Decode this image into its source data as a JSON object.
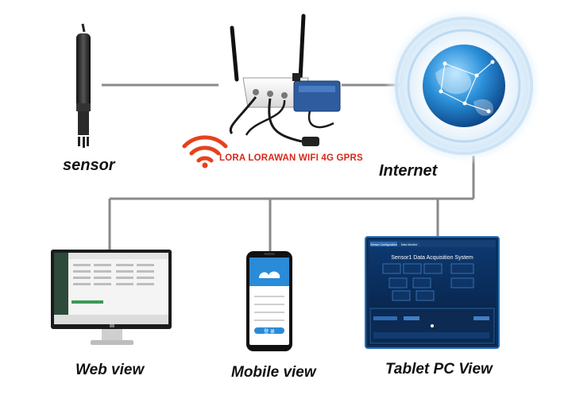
{
  "labels": {
    "sensor": "sensor",
    "internet": "Internet",
    "protocols": "LORA LORAWAN WIFI 4G GPRS",
    "web_view": "Web view",
    "mobile_view": "Mobile view",
    "tablet_view": "Tablet PC View"
  },
  "tablet_screen": {
    "tab_active": "Sensor Configuration",
    "tab_other": "Data Monitor",
    "title": "Sensor1 Data Acquisition System"
  },
  "mobile_screen": {
    "login_button": "登 录"
  },
  "colors": {
    "protocol_text": "#d8281c",
    "wifi_icon": "#e8401c",
    "connector_line": "#808080",
    "globe_glow": "#cfe6f7",
    "tablet_bg": "#0a2a55"
  },
  "icons": [
    "sensor-probe-icon",
    "lora-gateway-icon",
    "wifi-signal-icon",
    "globe-icon",
    "monitor-icon",
    "smartphone-icon",
    "tablet-icon"
  ]
}
